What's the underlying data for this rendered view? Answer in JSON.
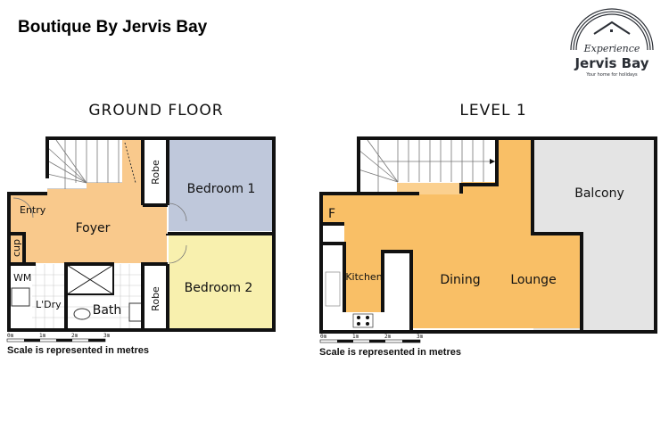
{
  "title": "Boutique By Jervis Bay",
  "logo": {
    "line1": "Experience",
    "line2": "Jervis Bay",
    "tagline": "Your home for holidays"
  },
  "ground_floor": {
    "heading": "GROUND FLOOR",
    "rooms": {
      "entry": "Entry",
      "foyer": "Foyer",
      "cup": "cup",
      "robe1": "Robe",
      "robe2": "Robe",
      "bedroom1": "Bedroom 1",
      "bedroom2": "Bedroom 2",
      "wm": "WM",
      "laundry": "L'Dry",
      "bath": "Bath"
    },
    "scale": {
      "ticks": [
        "0m",
        "1m",
        "2m",
        "3m"
      ],
      "note": "Scale is represented in metres"
    }
  },
  "level1": {
    "heading": "LEVEL 1",
    "rooms": {
      "fridge": "F",
      "kitchen": "Kitchen",
      "dining": "Dining",
      "lounge": "Lounge",
      "balcony": "Balcony"
    },
    "scale": {
      "ticks": [
        "0m",
        "1m",
        "2m",
        "3m"
      ],
      "note": "Scale is represented in metres"
    }
  },
  "colors": {
    "foyer": "#f9c98c",
    "bedroom1": "#bfc8db",
    "bedroom2": "#f8f0ae",
    "living": "#f9bf66",
    "balcony": "#e4e4e4"
  }
}
